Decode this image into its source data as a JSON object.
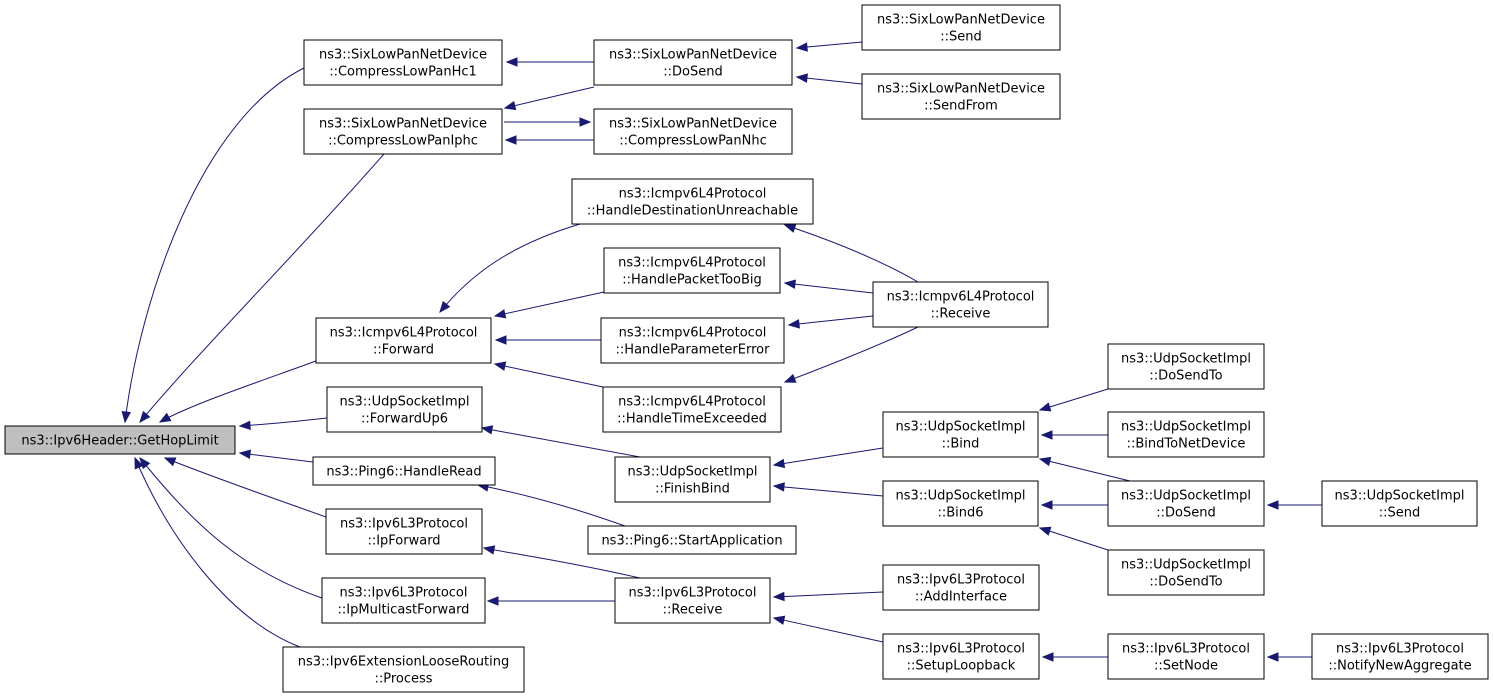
{
  "diagram": {
    "type": "doxygen-caller-graph",
    "nodes": [
      {
        "id": "root",
        "lines": [
          "ns3::Ipv6Header::GetHopLimit"
        ],
        "highlighted": true
      },
      {
        "id": "compressHc1",
        "lines": [
          "ns3::SixLowPanNetDevice",
          "::CompressLowPanHc1"
        ]
      },
      {
        "id": "compressIphc",
        "lines": [
          "ns3::SixLowPanNetDevice",
          "::CompressLowPanIphc"
        ]
      },
      {
        "id": "icmpForward",
        "lines": [
          "ns3::Icmpv6L4Protocol",
          "::Forward"
        ]
      },
      {
        "id": "udpForwardUp6",
        "lines": [
          "ns3::UdpSocketImpl",
          "::ForwardUp6"
        ]
      },
      {
        "id": "pingHandleRead",
        "lines": [
          "ns3::Ping6::HandleRead"
        ]
      },
      {
        "id": "ipForward",
        "lines": [
          "ns3::Ipv6L3Protocol",
          "::IpForward"
        ]
      },
      {
        "id": "ipMulticastForward",
        "lines": [
          "ns3::Ipv6L3Protocol",
          "::IpMulticastForward"
        ]
      },
      {
        "id": "looseRouting",
        "lines": [
          "ns3::Ipv6ExtensionLooseRouting",
          "::Process"
        ]
      },
      {
        "id": "doSend6lp",
        "lines": [
          "ns3::SixLowPanNetDevice",
          "::DoSend"
        ]
      },
      {
        "id": "compressNhc",
        "lines": [
          "ns3::SixLowPanNetDevice",
          "::CompressLowPanNhc"
        ]
      },
      {
        "id": "handleDestUnreach",
        "lines": [
          "ns3::Icmpv6L4Protocol",
          "::HandleDestinationUnreachable"
        ]
      },
      {
        "id": "handlePktTooBig",
        "lines": [
          "ns3::Icmpv6L4Protocol",
          "::HandlePacketTooBig"
        ]
      },
      {
        "id": "handleParamError",
        "lines": [
          "ns3::Icmpv6L4Protocol",
          "::HandleParameterError"
        ]
      },
      {
        "id": "handleTimeExceeded",
        "lines": [
          "ns3::Icmpv6L4Protocol",
          "::HandleTimeExceeded"
        ]
      },
      {
        "id": "finishBind",
        "lines": [
          "ns3::UdpSocketImpl",
          "::FinishBind"
        ]
      },
      {
        "id": "startApp",
        "lines": [
          "ns3::Ping6::StartApplication"
        ]
      },
      {
        "id": "ipv6Receive",
        "lines": [
          "ns3::Ipv6L3Protocol",
          "::Receive"
        ]
      },
      {
        "id": "send6lp",
        "lines": [
          "ns3::SixLowPanNetDevice",
          "::Send"
        ]
      },
      {
        "id": "sendFrom6lp",
        "lines": [
          "ns3::SixLowPanNetDevice",
          "::SendFrom"
        ]
      },
      {
        "id": "icmpReceive",
        "lines": [
          "ns3::Icmpv6L4Protocol",
          "::Receive"
        ]
      },
      {
        "id": "udpBind",
        "lines": [
          "ns3::UdpSocketImpl",
          "::Bind"
        ]
      },
      {
        "id": "udpBind6",
        "lines": [
          "ns3::UdpSocketImpl",
          "::Bind6"
        ]
      },
      {
        "id": "addInterface",
        "lines": [
          "ns3::Ipv6L3Protocol",
          "::AddInterface"
        ]
      },
      {
        "id": "setupLoopback",
        "lines": [
          "ns3::Ipv6L3Protocol",
          "::SetupLoopback"
        ]
      },
      {
        "id": "doSendTo1",
        "lines": [
          "ns3::UdpSocketImpl",
          "::DoSendTo"
        ]
      },
      {
        "id": "bindToNetDevice",
        "lines": [
          "ns3::UdpSocketImpl",
          "::BindToNetDevice"
        ]
      },
      {
        "id": "udpDoSend",
        "lines": [
          "ns3::UdpSocketImpl",
          "::DoSend"
        ]
      },
      {
        "id": "doSendTo2",
        "lines": [
          "ns3::UdpSocketImpl",
          "::DoSendTo"
        ]
      },
      {
        "id": "setNode",
        "lines": [
          "ns3::Ipv6L3Protocol",
          "::SetNode"
        ]
      },
      {
        "id": "udpSend",
        "lines": [
          "ns3::UdpSocketImpl",
          "::Send"
        ]
      },
      {
        "id": "notifyNewAggregate",
        "lines": [
          "ns3::Ipv6L3Protocol",
          "::NotifyNewAggregate"
        ]
      }
    ],
    "edges": [
      {
        "from": "compressHc1",
        "to": "root"
      },
      {
        "from": "compressIphc",
        "to": "root"
      },
      {
        "from": "icmpForward",
        "to": "root"
      },
      {
        "from": "udpForwardUp6",
        "to": "root"
      },
      {
        "from": "pingHandleRead",
        "to": "root"
      },
      {
        "from": "ipForward",
        "to": "root"
      },
      {
        "from": "ipMulticastForward",
        "to": "root"
      },
      {
        "from": "looseRouting",
        "to": "root"
      },
      {
        "from": "doSend6lp",
        "to": "compressHc1"
      },
      {
        "from": "doSend6lp",
        "to": "compressIphc"
      },
      {
        "from": "compressNhc",
        "to": "compressIphc"
      },
      {
        "from": "compressIphc",
        "to": "compressNhc"
      },
      {
        "from": "send6lp",
        "to": "doSend6lp"
      },
      {
        "from": "sendFrom6lp",
        "to": "doSend6lp"
      },
      {
        "from": "handleDestUnreach",
        "to": "icmpForward"
      },
      {
        "from": "handlePktTooBig",
        "to": "icmpForward"
      },
      {
        "from": "handleParamError",
        "to": "icmpForward"
      },
      {
        "from": "handleTimeExceeded",
        "to": "icmpForward"
      },
      {
        "from": "icmpReceive",
        "to": "handleDestUnreach"
      },
      {
        "from": "icmpReceive",
        "to": "handlePktTooBig"
      },
      {
        "from": "icmpReceive",
        "to": "handleParamError"
      },
      {
        "from": "icmpReceive",
        "to": "handleTimeExceeded"
      },
      {
        "from": "finishBind",
        "to": "udpForwardUp6"
      },
      {
        "from": "startApp",
        "to": "pingHandleRead"
      },
      {
        "from": "udpBind",
        "to": "finishBind"
      },
      {
        "from": "udpBind6",
        "to": "finishBind"
      },
      {
        "from": "doSendTo1",
        "to": "udpBind"
      },
      {
        "from": "bindToNetDevice",
        "to": "udpBind"
      },
      {
        "from": "udpDoSend",
        "to": "udpBind"
      },
      {
        "from": "udpDoSend",
        "to": "udpBind6"
      },
      {
        "from": "doSendTo2",
        "to": "udpBind6"
      },
      {
        "from": "udpSend",
        "to": "udpDoSend"
      },
      {
        "from": "ipv6Receive",
        "to": "ipForward"
      },
      {
        "from": "ipv6Receive",
        "to": "ipMulticastForward"
      },
      {
        "from": "addInterface",
        "to": "ipv6Receive"
      },
      {
        "from": "setupLoopback",
        "to": "ipv6Receive"
      },
      {
        "from": "setNode",
        "to": "setupLoopback"
      },
      {
        "from": "notifyNewAggregate",
        "to": "setNode"
      }
    ]
  }
}
